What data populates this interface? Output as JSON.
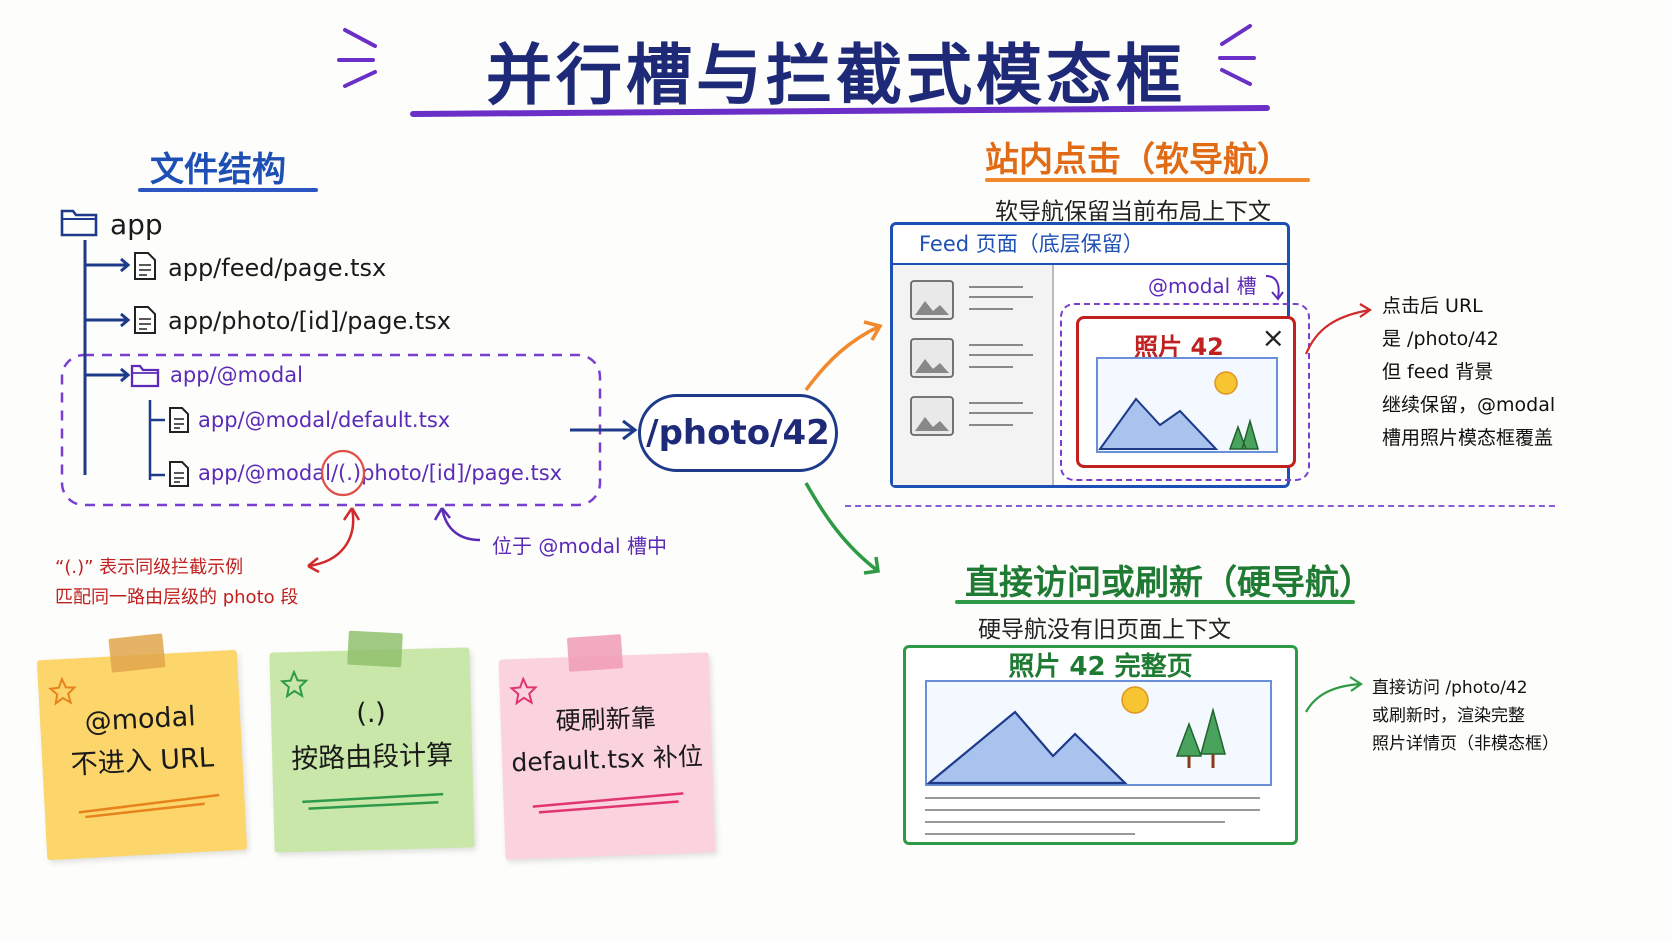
{
  "title": "并行槽与拦截式模态框",
  "file_section": {
    "heading": "文件结构",
    "root": "app",
    "items": [
      "app/feed/page.tsx",
      "app/photo/[id]/page.tsx",
      "app/@modal",
      "app/@modal/default.tsx",
      "app/@modal/(.)photo/[id]/page.tsx"
    ],
    "intercept_marker": "(.)",
    "intercept_note_line1": "“(.)” 表示同级拦截示例",
    "intercept_note_line2": "匹配同一路由层级的 photo 段",
    "slot_note": "位于 @modal 槽中"
  },
  "route_pill": "/photo/42",
  "soft_nav": {
    "heading": "站内点击（软导航）",
    "subtitle": "软导航保留当前布局上下文",
    "window_title": "Feed 页面（底层保留）",
    "slot_label": "@modal 槽",
    "modal_title": "照片 42",
    "close_glyph": "×",
    "side_note": [
      "点击后 URL",
      "是 /photo/42",
      "但 feed 背景",
      "继续保留，@modal",
      "槽用照片模态框覆盖"
    ]
  },
  "hard_nav": {
    "heading": "直接访问或刷新（硬导航）",
    "subtitle": "硬导航没有旧页面上下文",
    "page_title": "照片 42 完整页",
    "side_note": [
      "直接访问 /photo/42",
      "或刷新时，渲染完整",
      "照片详情页（非模态框）"
    ]
  },
  "notes": [
    {
      "line1": "@modal",
      "line2": "不进入 URL",
      "color": "#fcd56b",
      "tape": "#e0a64a",
      "accent": "#e8831c"
    },
    {
      "line1": "(.)",
      "line2": "按路由段计算",
      "color": "#c9e7a8",
      "tape": "#8fc06c",
      "accent": "#2e9a4a"
    },
    {
      "line1": "硬刷新靠",
      "line2": "default.tsx 补位",
      "color": "#fbd3df",
      "tape": "#f09bb5",
      "accent": "#e0356f"
    }
  ],
  "colors": {
    "title": "#1e2a78",
    "purple": "#6a2fc7",
    "blue": "#1e4fb5",
    "orange": "#e06b14",
    "green": "#1f7a33",
    "red": "#c0201f"
  }
}
